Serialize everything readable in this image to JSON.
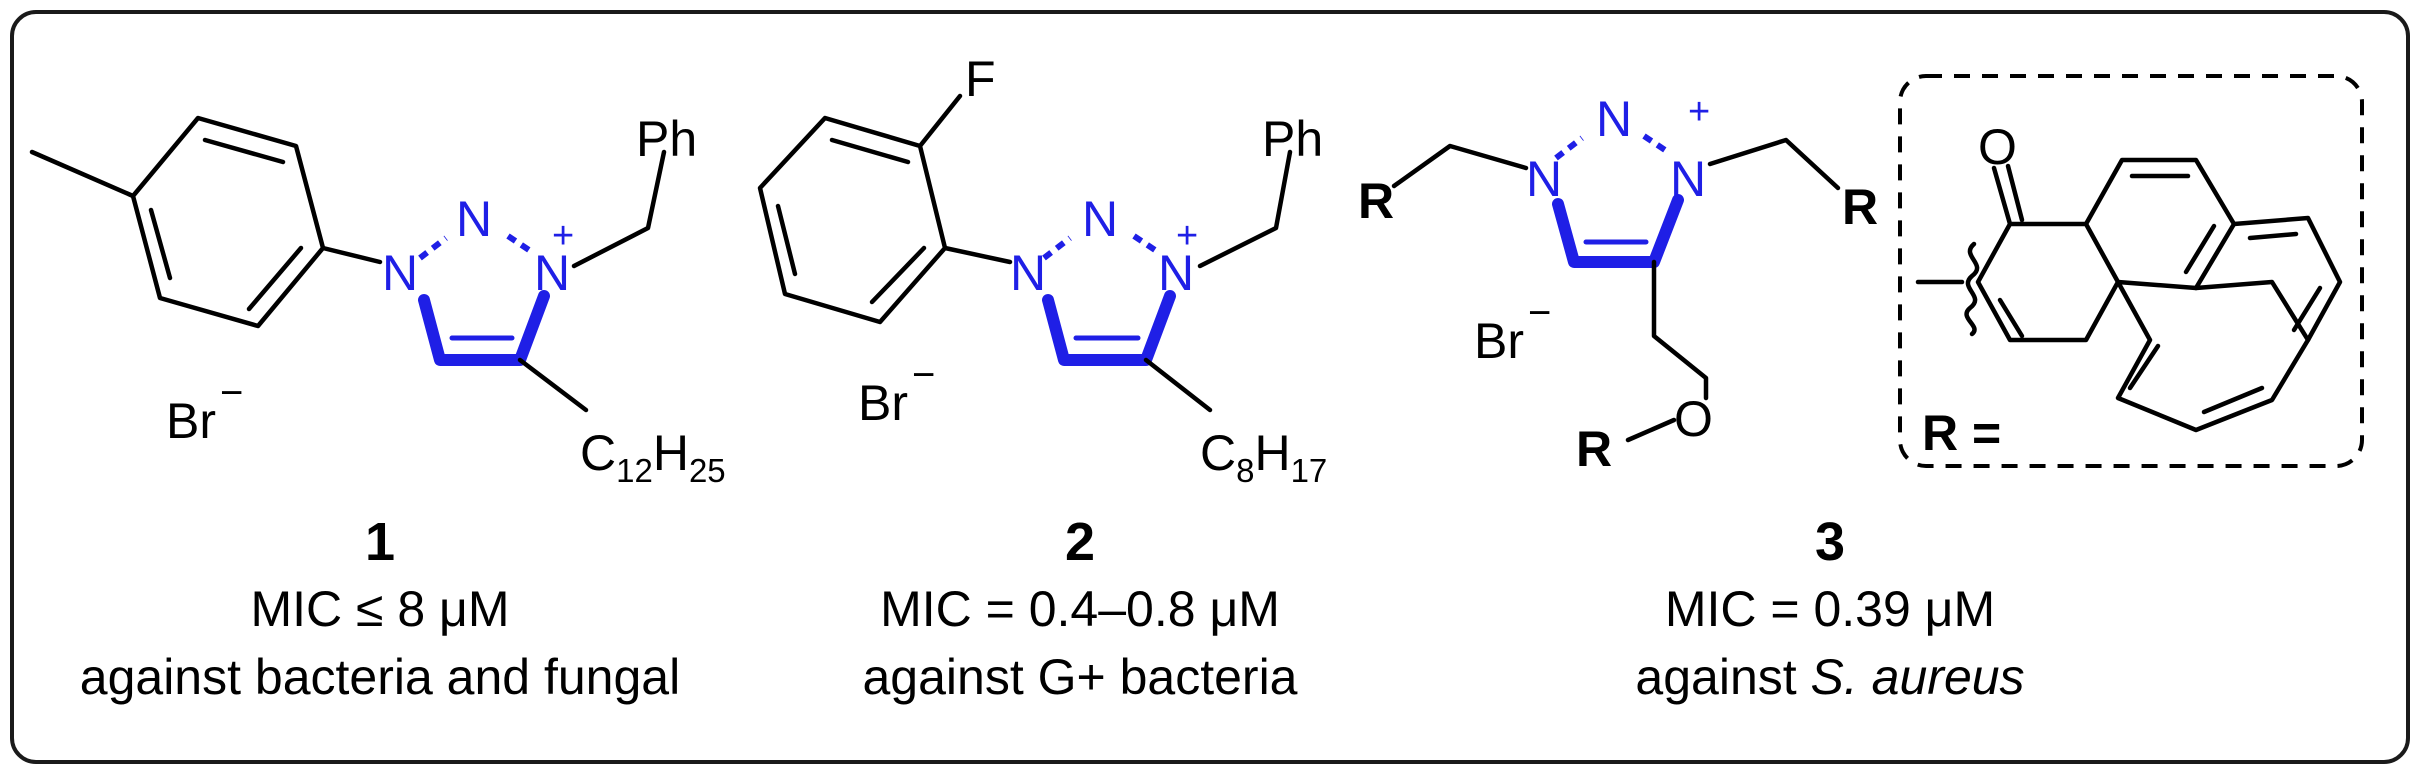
{
  "compounds": [
    {
      "number": "1",
      "mic": "MIC ≤ 8 μM",
      "activity_prefix": "against bacteria and fungal",
      "activity_species": "",
      "substituent_top": "Ph",
      "alkyl": {
        "c": "C",
        "c_sub": "12",
        "h": "H",
        "h_sub": "25"
      },
      "counterion": "Br",
      "counterion_charge": "−"
    },
    {
      "number": "2",
      "mic": "MIC = 0.4–0.8 μM",
      "activity_prefix": "against G+ bacteria",
      "activity_species": "",
      "fluoro": "F",
      "substituent_top": "Ph",
      "alkyl": {
        "c": "C",
        "c_sub": "8",
        "h": "H",
        "h_sub": "17"
      },
      "counterion": "Br",
      "counterion_charge": "−"
    },
    {
      "number": "3",
      "mic": "MIC = 0.39 μM",
      "activity_prefix": "against ",
      "activity_species": "S. aureus",
      "r_group": "R",
      "oxygen_linker": "O",
      "r_definition": "R =",
      "carbonyl_o": "O",
      "counterion": "Br",
      "counterion_charge": "−"
    }
  ],
  "triazole_atoms": {
    "n": "N",
    "plus": "+"
  },
  "colors": {
    "triazole": "#1f1fe6",
    "bonds": "#000000",
    "frame": "#1a1a1a"
  },
  "icons": [
    "triazolium-ring",
    "benzene-ring",
    "phenalenone-ring"
  ]
}
